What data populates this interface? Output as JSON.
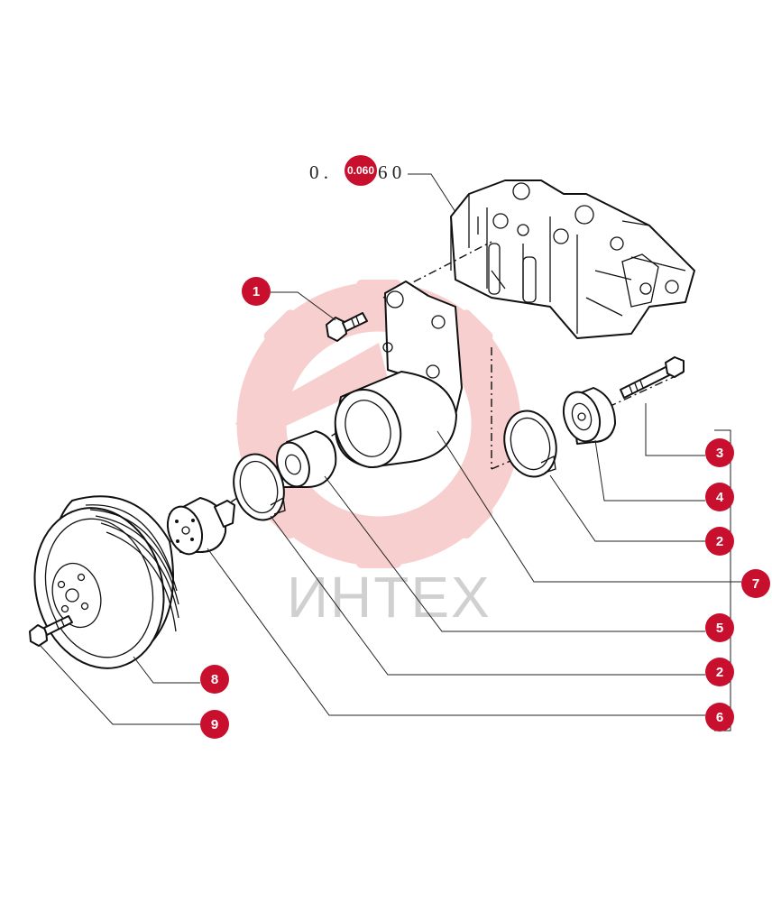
{
  "reference": {
    "prefix": "0 . ",
    "badge": "0.060",
    "suffix": "6 0"
  },
  "watermark": {
    "text": "ИНТЕХ",
    "color": "#f4a9a9"
  },
  "callout_color": "#c8102e",
  "callouts": [
    {
      "id": "1",
      "label": "1"
    },
    {
      "id": "3",
      "label": "3"
    },
    {
      "id": "4",
      "label": "4"
    },
    {
      "id": "2a",
      "label": "2"
    },
    {
      "id": "7",
      "label": "7"
    },
    {
      "id": "5",
      "label": "5"
    },
    {
      "id": "2b",
      "label": "2"
    },
    {
      "id": "6",
      "label": "6"
    },
    {
      "id": "8",
      "label": "8"
    },
    {
      "id": "9",
      "label": "9"
    }
  ]
}
